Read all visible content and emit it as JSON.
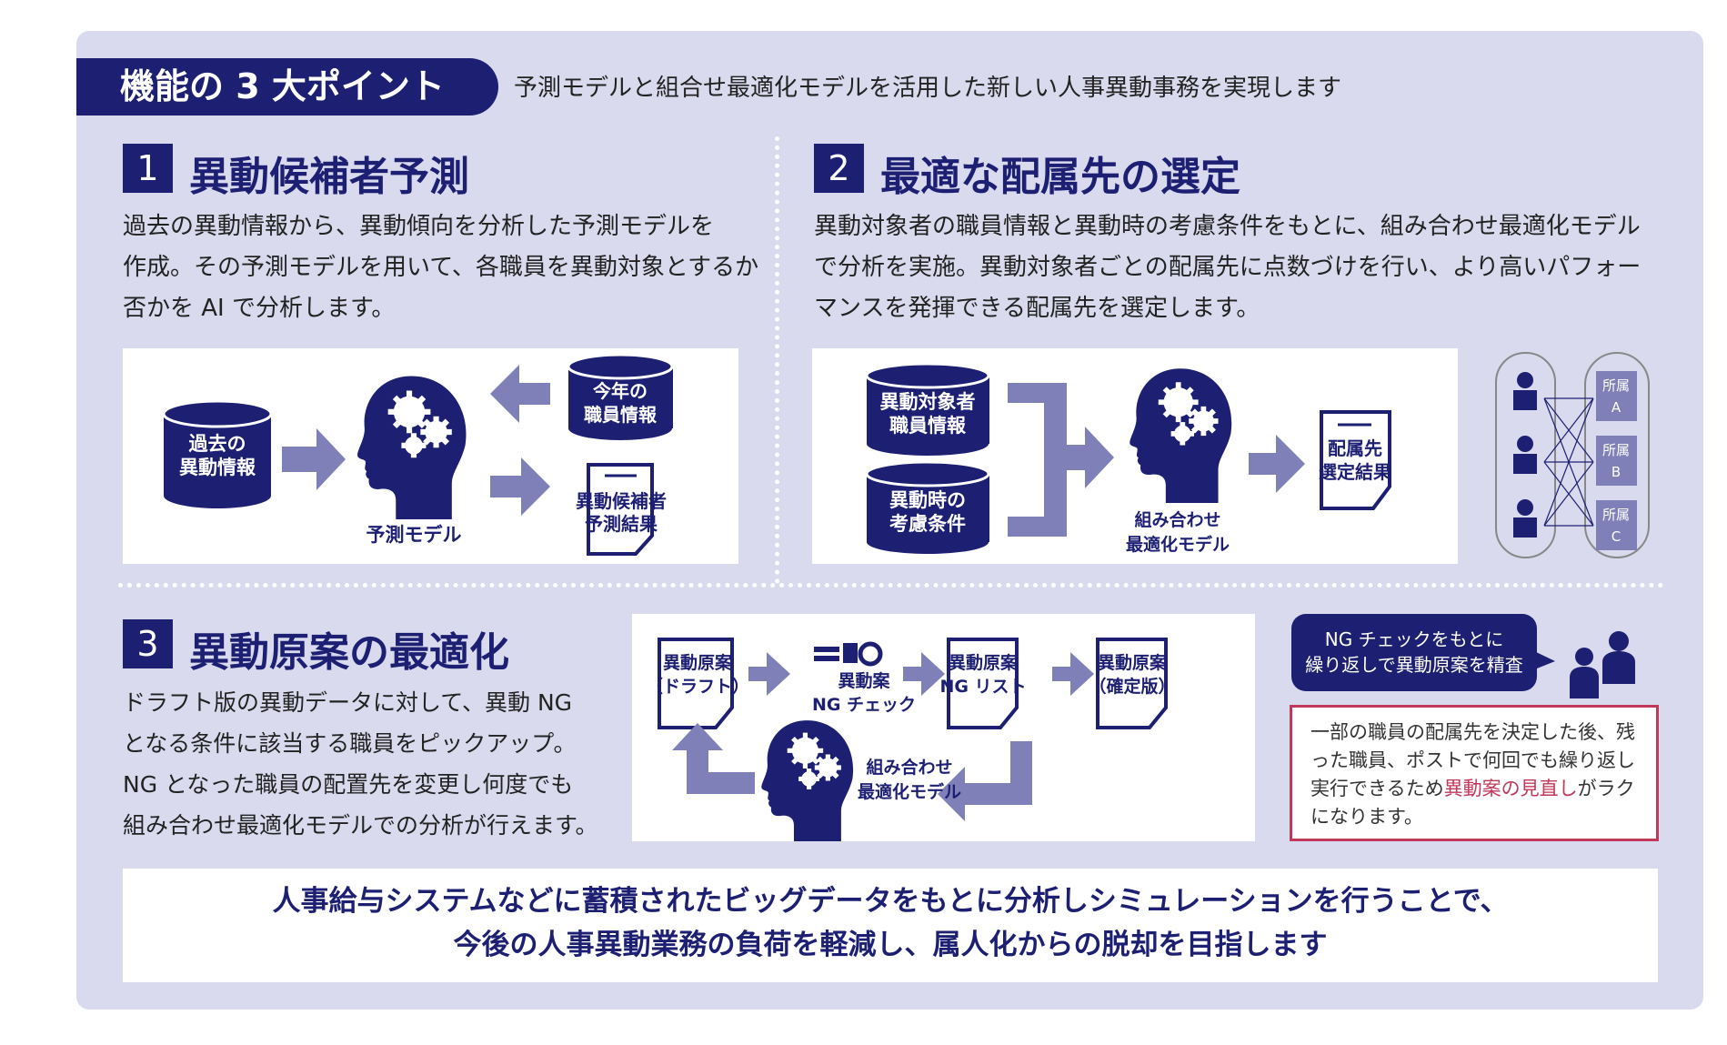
{
  "header": {
    "tab_label": "機能の 3 大ポイント",
    "subtitle": "予測モデルと組合せ最適化モデルを活用した新しい人事異動事務を実現します"
  },
  "section1": {
    "number": "1",
    "title": "異動候補者予測",
    "paragraph": [
      "過去の異動情報から、異動傾向を分析した予測モデルを",
      "作成。その予測モデルを用いて、各職員を異動対象とするか",
      "否かを AI で分析します。"
    ],
    "diagram": {
      "past_db": [
        "過去の",
        "異動情報"
      ],
      "current_db": [
        "今年の",
        "職員情報"
      ],
      "model_label": "予測モデル",
      "result_doc": [
        "異動候補者",
        "予測結果"
      ]
    }
  },
  "section2": {
    "number": "2",
    "title": "最適な配属先の選定",
    "paragraph": [
      "異動対象者の職員情報と異動時の考慮条件をもとに、組み合わせ最適化モデル",
      "で分析を実施。異動対象者ごとの配属先に点数づけを行い、より高いパフォー",
      "マンスを発揮できる配属先を選定します。"
    ],
    "diagram": {
      "db1": [
        "異動対象者",
        "職員情報"
      ],
      "db2": [
        "異動時の",
        "考慮条件"
      ],
      "model_label": [
        "組み合わせ",
        "最適化モデル"
      ],
      "result_doc": [
        "配属先",
        "選定結果"
      ]
    },
    "matching": {
      "depts": [
        [
          "所属",
          "A"
        ],
        [
          "所属",
          "B"
        ],
        [
          "所属",
          "C"
        ]
      ]
    }
  },
  "section3": {
    "number": "3",
    "title": "異動原案の最適化",
    "paragraph": [
      "ドラフト版の異動データに対して、異動 NG",
      "となる条件に該当する職員をピックアップ。",
      "NG となった職員の配置先を変更し何度でも",
      "組み合わせ最適化モデルでの分析が行えます。"
    ],
    "diagram": {
      "draft": [
        "異動原案",
        "（ドラフト）"
      ],
      "ng_check": [
        "異動案",
        "NG チェック"
      ],
      "ng_list": [
        "異動原案",
        "NG リスト"
      ],
      "final": [
        "異動原案",
        "（確定版）"
      ],
      "model_label": [
        "組み合わせ",
        "最適化モデル"
      ]
    },
    "bubble": [
      "NG チェックをもとに",
      "繰り返しで異動原案を精査"
    ],
    "note": {
      "before": "一部の職員の配属先を決定した後、残った職員、ポストで何回でも繰り返し実行できるため",
      "highlight": "異動案の見直し",
      "after": "がラクになります。"
    }
  },
  "footer": {
    "lines": [
      "人事給与システムなどに蓄積されたビッグデータをもとに分析しシミュレーションを行うことで、",
      "今後の人事異動業務の負荷を軽減し、属人化からの脱却を目指します"
    ]
  },
  "colors": {
    "navy": "#1d1f73",
    "arrow": "#7f80b8",
    "panel": "#d9daee",
    "highlight": "#c0385a"
  }
}
